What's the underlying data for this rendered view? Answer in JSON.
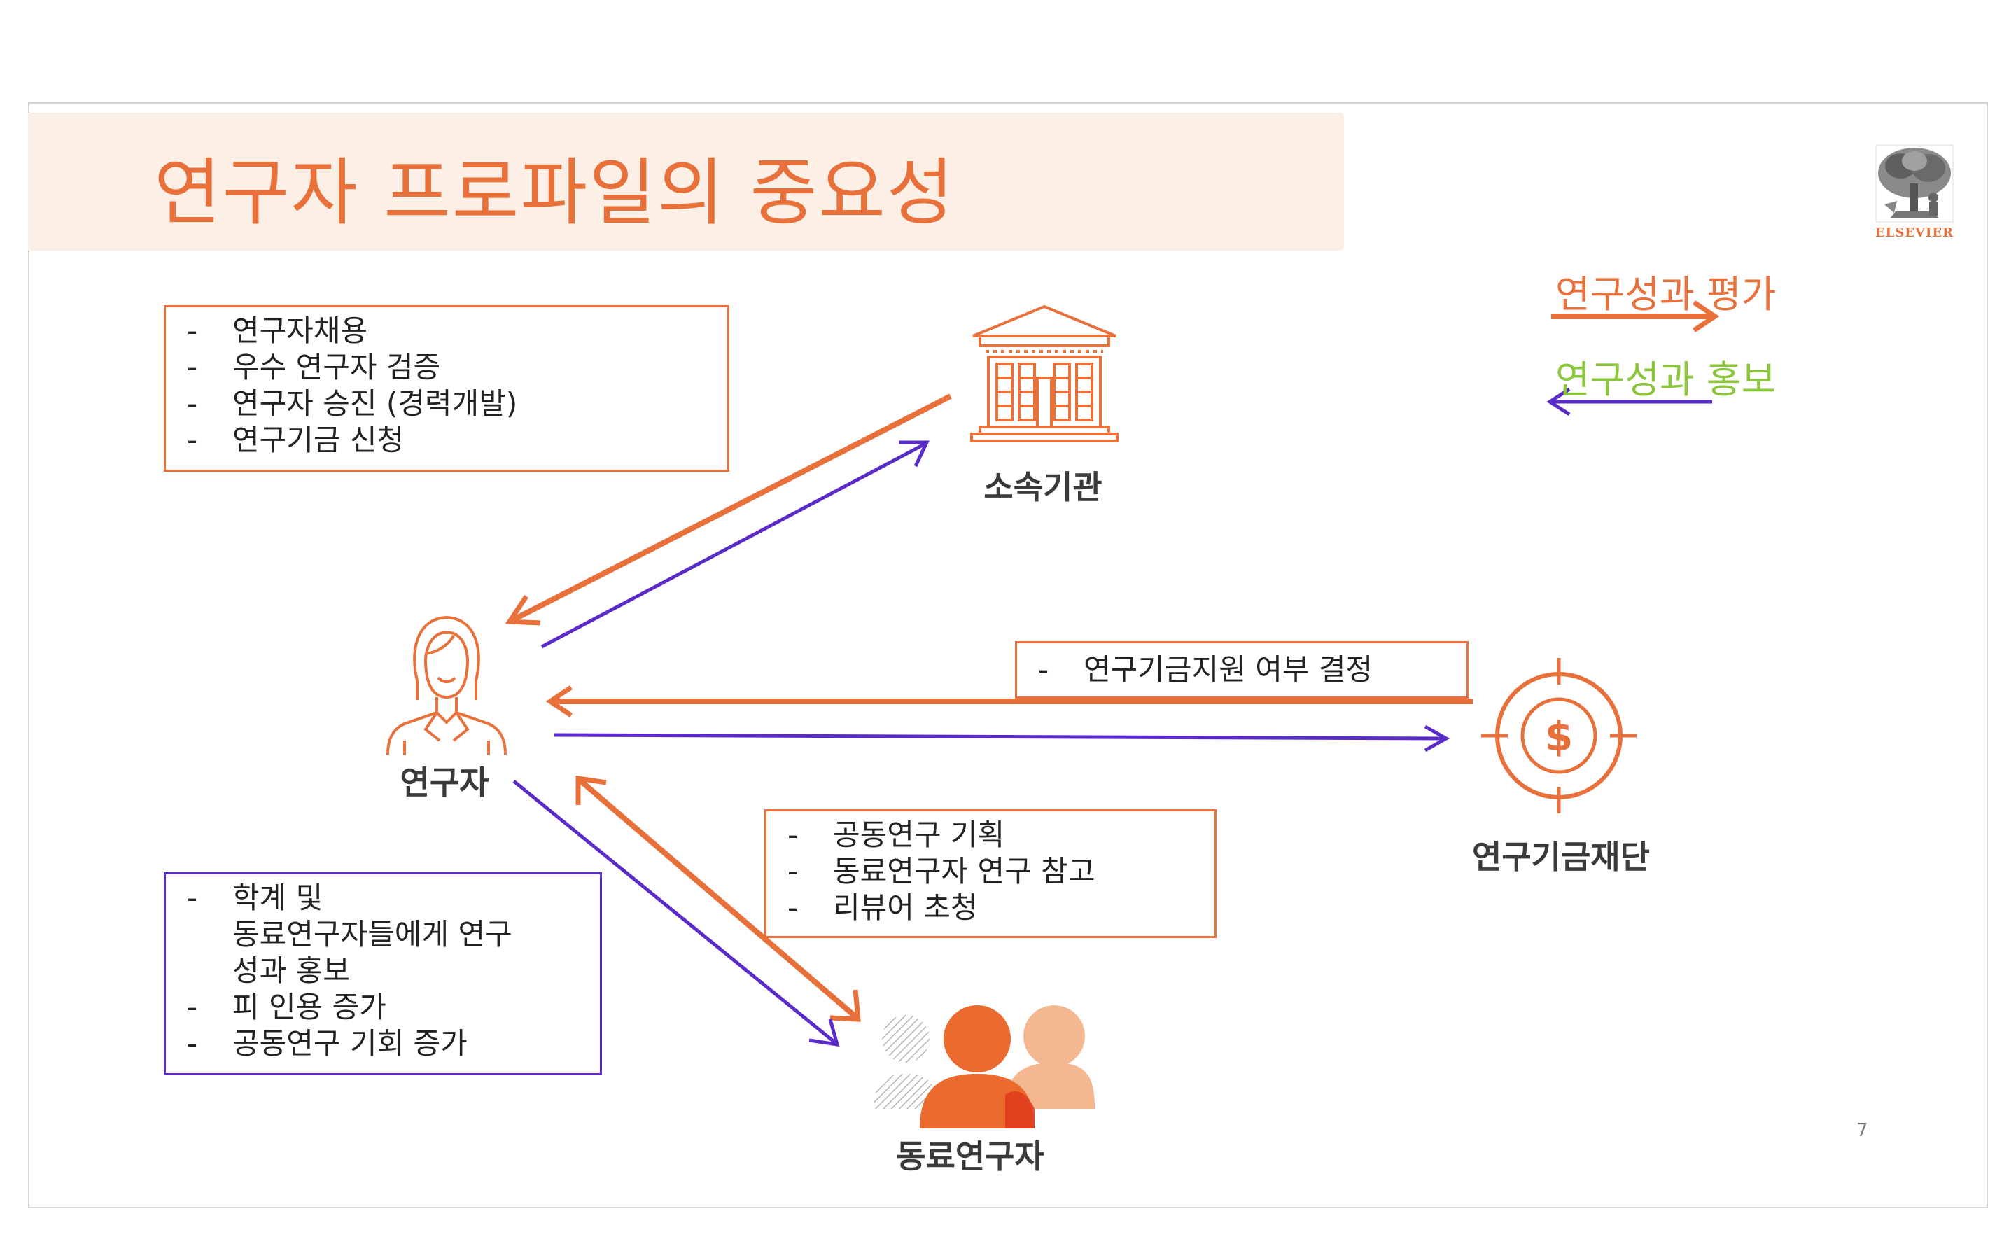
{
  "slide": {
    "title": "연구자 프로파일의 중요성",
    "page_number": "7",
    "logo_text": "ELSEVIER"
  },
  "legend": {
    "evaluation_label": "연구성과 평가",
    "promotion_label": "연구성과 홍보",
    "evaluation_color": "#e8703a",
    "promotion_color": "#5a2bc9",
    "promotion_text_color": "#8cc63f"
  },
  "nodes": {
    "researcher": {
      "label": "연구자",
      "icon": "researcher-woman-icon"
    },
    "institution": {
      "label": "소속기관",
      "icon": "institution-building-icon"
    },
    "foundation": {
      "label": "연구기금재단",
      "icon": "funding-target-dollar-icon"
    },
    "peers": {
      "label": "동료연구자",
      "icon": "peer-people-icon"
    }
  },
  "boxes": {
    "institution_purposes": {
      "dash": "-",
      "items": [
        "연구자채용",
        "우수 연구자 검증",
        "연구자 승진 (경력개발)",
        "연구기금 신청"
      ]
    },
    "funding_decision": {
      "dash": "-",
      "items": [
        "연구기금지원 여부 결정"
      ]
    },
    "peer_purposes": {
      "dash": "-",
      "items": [
        "공동연구 기획",
        "동료연구자 연구 참고",
        "리뷰어 초청"
      ]
    },
    "researcher_benefits": {
      "dash": "-",
      "item1_line1": "학계 및",
      "item1_line2": "동료연구자들에게 연구",
      "item1_line3": "성과 홍보",
      "item2": "피 인용 증가",
      "item3": "공동연구 기회 증가"
    }
  }
}
